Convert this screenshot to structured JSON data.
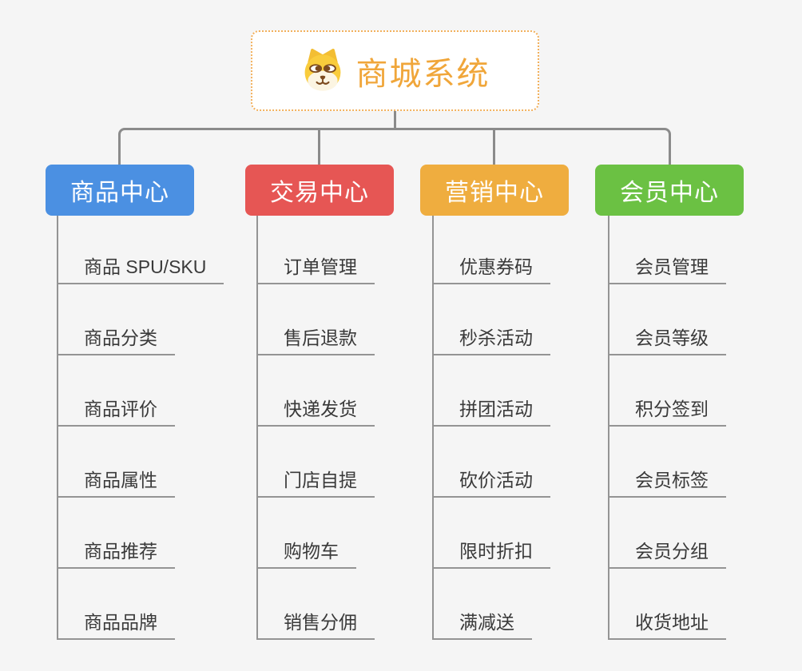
{
  "app": {
    "background_color": "#F5F5F5",
    "connector_color": "#8B8B8B"
  },
  "root": {
    "title": "商城系统",
    "icon": "dog-face-icon",
    "text_color": "#F0A63A",
    "border_color": "#F2B05C"
  },
  "branches": [
    {
      "label": "商品中心",
      "color": "#4B90E2",
      "items": [
        "商品 SPU/SKU",
        "商品分类",
        "商品评价",
        "商品属性",
        "商品推荐",
        "商品品牌"
      ]
    },
    {
      "label": "交易中心",
      "color": "#E65654",
      "items": [
        "订单管理",
        "售后退款",
        "快递发货",
        "门店自提",
        "购物车",
        "销售分佣"
      ]
    },
    {
      "label": "营销中心",
      "color": "#EFAD3F",
      "items": [
        "优惠券码",
        "秒杀活动",
        "拼团活动",
        "砍价活动",
        "限时折扣",
        "满减送"
      ]
    },
    {
      "label": "会员中心",
      "color": "#6BC143",
      "items": [
        "会员管理",
        "会员等级",
        "积分签到",
        "会员标签",
        "会员分组",
        "收货地址"
      ]
    }
  ]
}
